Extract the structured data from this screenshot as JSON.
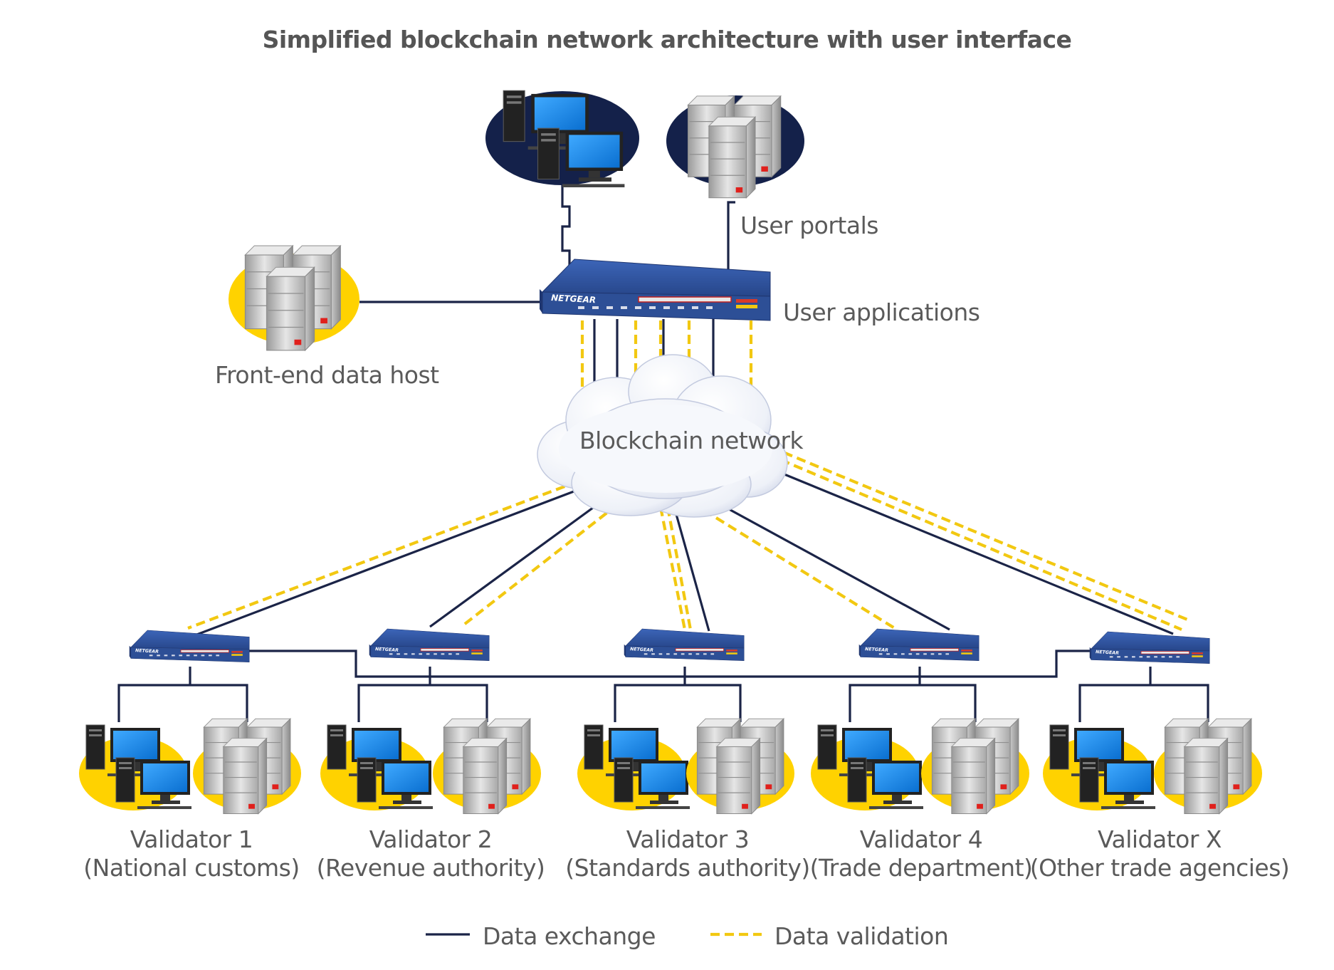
{
  "title": "Simplified blockchain network architecture with user interface",
  "colors": {
    "data_exchange": "#1b2447",
    "data_validation": "#f2c811",
    "node_navy": "#14214a",
    "node_yellow": "#ffd200",
    "switch_blue": "#2d4f96",
    "label_text": "#5a5a5a"
  },
  "top_nodes": {
    "user_portals_label": "User portals",
    "user_applications_label": "User applications",
    "front_end_label": "Front-end data host",
    "switch_brand": "NETGEAR"
  },
  "cloud": {
    "label": "Blockchain network"
  },
  "validators": [
    {
      "name": "Validator 1",
      "org": "(National customs)"
    },
    {
      "name": "Validator 2",
      "org": "(Revenue authority)"
    },
    {
      "name": "Validator 3",
      "org": "(Standards authority)"
    },
    {
      "name": "Validator 4",
      "org": "(Trade department)"
    },
    {
      "name": "Validator X",
      "org": "(Other trade agencies)"
    }
  ],
  "legend": {
    "data_exchange": "Data exchange",
    "data_validation": "Data validation"
  },
  "icons": {
    "workstation": "workstation-icon",
    "server": "server-rack-icon",
    "switch": "network-switch-icon",
    "cloud": "cloud-icon"
  }
}
